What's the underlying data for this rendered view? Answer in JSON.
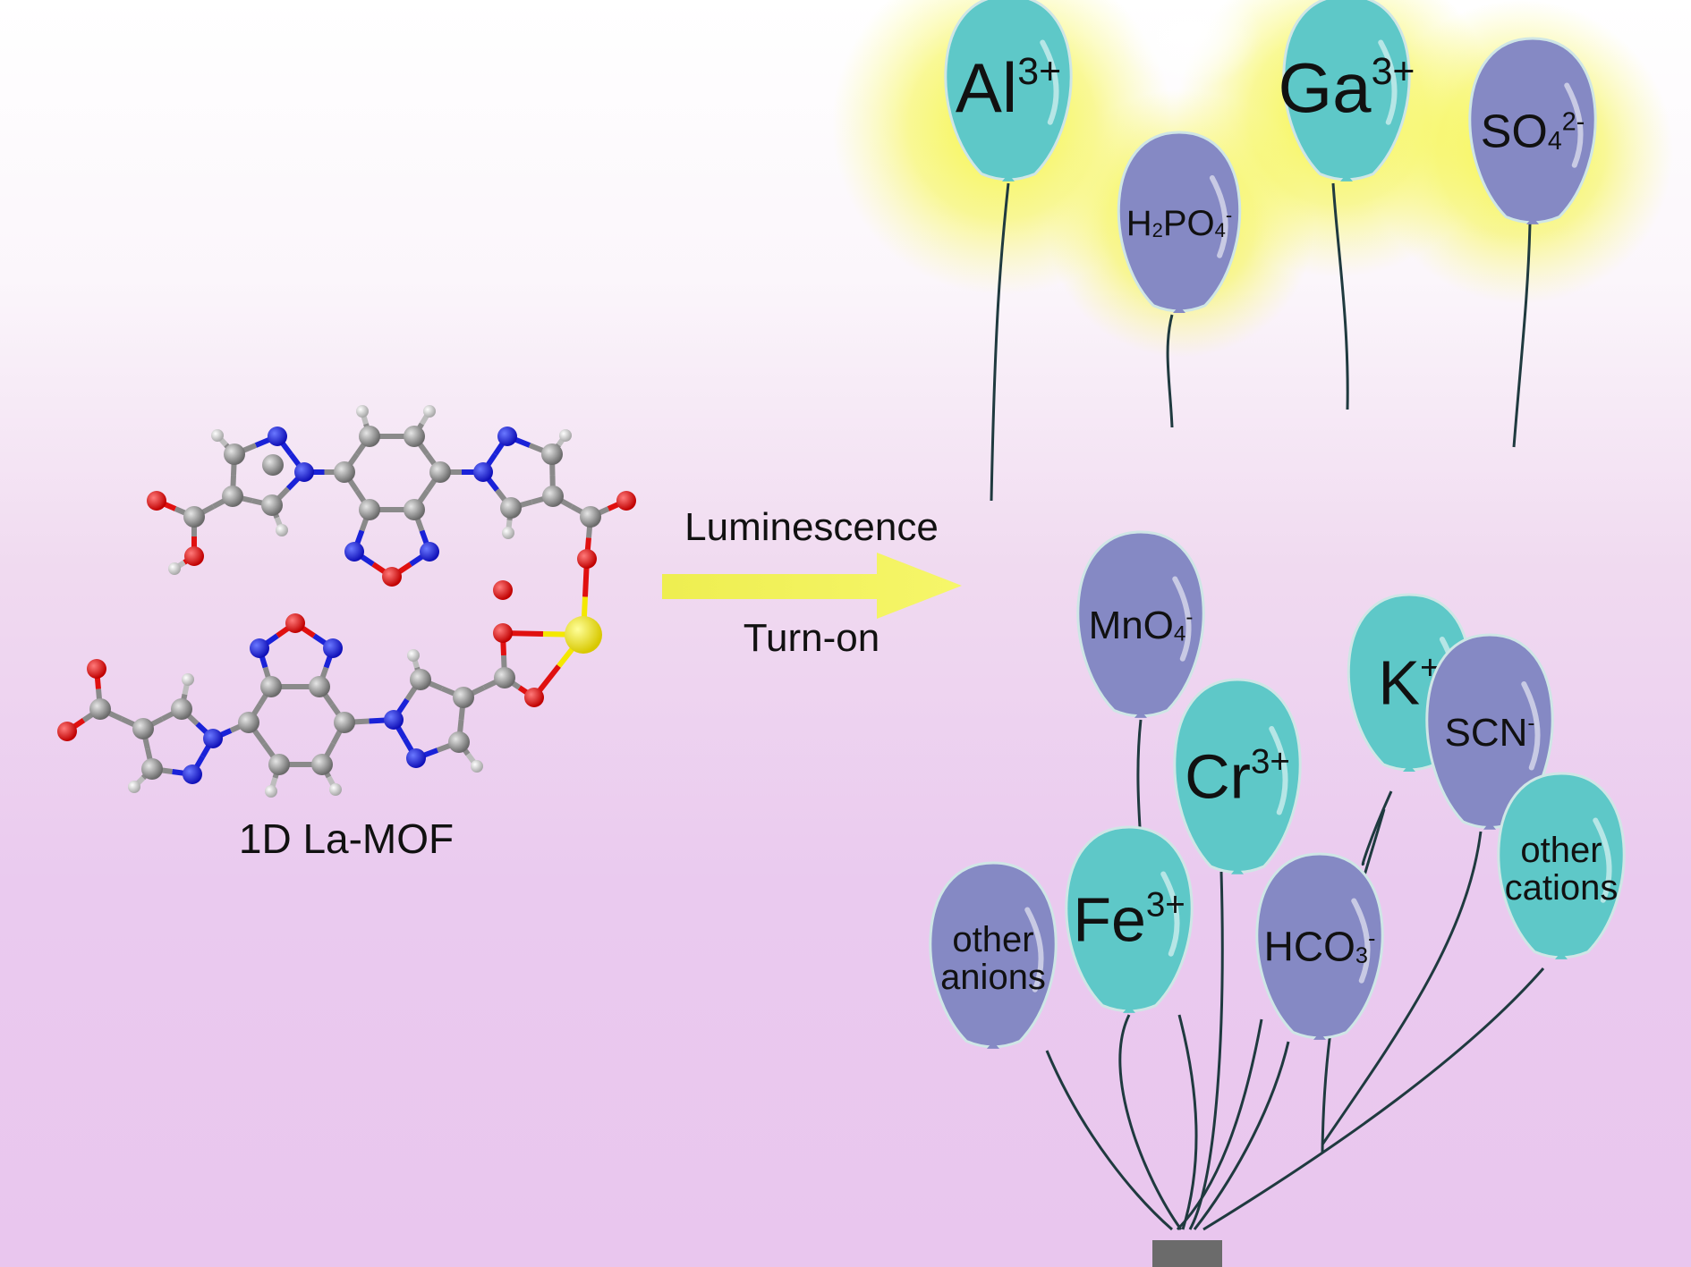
{
  "mof_label": "1D La-MOF",
  "arrow": {
    "top_label": "Luminescence",
    "bottom_label": "Turn-on",
    "color": "#f2f25a"
  },
  "balloon_colors": {
    "cation": "#5ec8c8",
    "cation_dark": "#4eb8b6",
    "anion": "#8589c4",
    "glow": "#f4f44a"
  },
  "atom_colors": {
    "C": "#8a8a8a",
    "N": "#1a22d8",
    "O": "#e01010",
    "H": "#d8d8d8",
    "La": "#f4e800"
  },
  "turn_on_balloons": [
    {
      "type": "cation",
      "base": "Al",
      "sup": "3+"
    },
    {
      "type": "anion",
      "base": "H",
      "sub1": "2",
      "mid": "PO",
      "sub2": "4",
      "sup": "-"
    },
    {
      "type": "cation",
      "base": "Ga",
      "sup": "3+"
    },
    {
      "type": "anion",
      "base": "SO",
      "sub2": "4",
      "sup": "2-"
    }
  ],
  "other_balloons": [
    {
      "type": "anion",
      "base": "MnO",
      "sub2": "4",
      "sup": "-"
    },
    {
      "type": "cation",
      "base": "K",
      "sup": "+"
    },
    {
      "type": "anion",
      "base": "SCN",
      "sup": "-"
    },
    {
      "type": "cation",
      "base": "Cr",
      "sup": "3+"
    },
    {
      "type": "cation",
      "line1": "other",
      "line2": "cations"
    },
    {
      "type": "cation",
      "base": "Fe",
      "sup": "3+"
    },
    {
      "type": "anion",
      "base": "HCO",
      "sub2": "3",
      "sup": "-"
    },
    {
      "type": "anion",
      "line1": "other",
      "line2": "anions"
    }
  ]
}
